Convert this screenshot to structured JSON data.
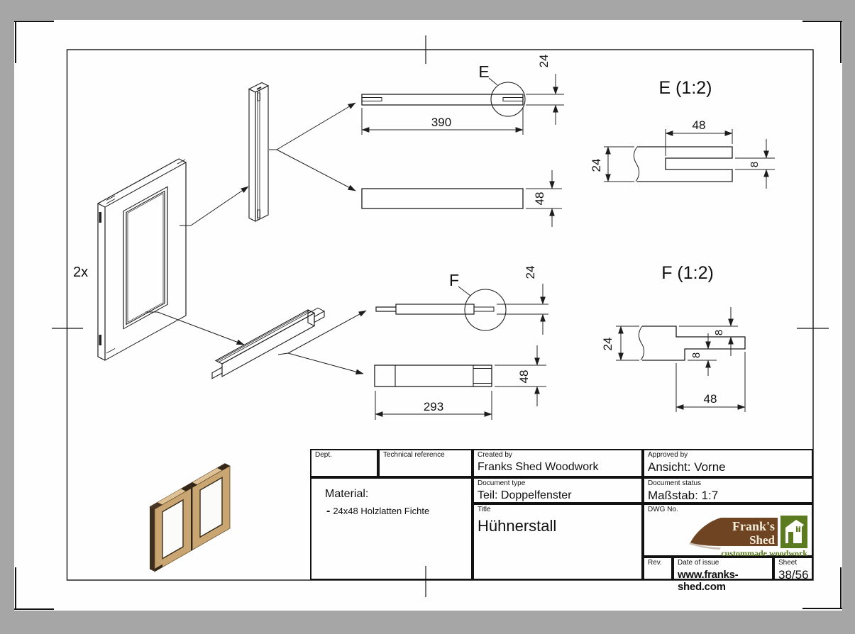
{
  "sheet": {
    "background": "#a6a6a6",
    "paper": "#fefefe",
    "line_color": "#1c1c1c"
  },
  "drawing": {
    "quantity_label": "2x",
    "labels": {
      "detail_e_marker": "E",
      "detail_f_marker": "F",
      "detail_e_title": "E (1:2)",
      "detail_f_title": "F (1:2)"
    },
    "dims": {
      "e_length": "390",
      "e_thickness": "24",
      "e_width": "48",
      "e2_slot_depth": "48",
      "e2_thickness": "24",
      "e2_slot_height": "8",
      "f_thickness": "24",
      "f_width": "48",
      "f_length": "293",
      "f2_thickness": "24",
      "f2_shoulder_top": "8",
      "f2_shoulder_bottom": "8",
      "f2_tenon_length": "48"
    }
  },
  "title_block": {
    "dept": {
      "label": "Dept."
    },
    "technical_reference": {
      "label": "Technical reference"
    },
    "created_by": {
      "label": "Created by",
      "value": "Franks Shed Woodwork"
    },
    "approved_by": {
      "label": "Approved by",
      "value": "Ansicht: Vorne"
    },
    "material": {
      "heading": "Material:",
      "dash": "-",
      "item": "24x48 Holzlatten Fichte"
    },
    "document_type": {
      "label": "Document type",
      "value": "Teil: Doppelfenster"
    },
    "document_status": {
      "label": "Document status",
      "value": "Maßstab: 1:7"
    },
    "title": {
      "label": "Title",
      "value": "Hühnerstall"
    },
    "dwg_no": {
      "label": "DWG No."
    },
    "rev": {
      "label": "Rev."
    },
    "date_of_issue": {
      "label": "Date of issue",
      "value": "www.franks-shed.com"
    },
    "sheet": {
      "label": "Sheet",
      "value": "38/56"
    }
  },
  "logo": {
    "line1": "Frank's",
    "line2": "Shed",
    "tagline": "custommade woodwork",
    "brown": "#6e4423",
    "green": "#5c7a1f",
    "cream": "#f3ecd8"
  },
  "colors": {
    "wood_front": "#c8a571",
    "wood_top": "#dec295",
    "wood_dark": "#33271a",
    "pane": "#fbfbf9"
  }
}
